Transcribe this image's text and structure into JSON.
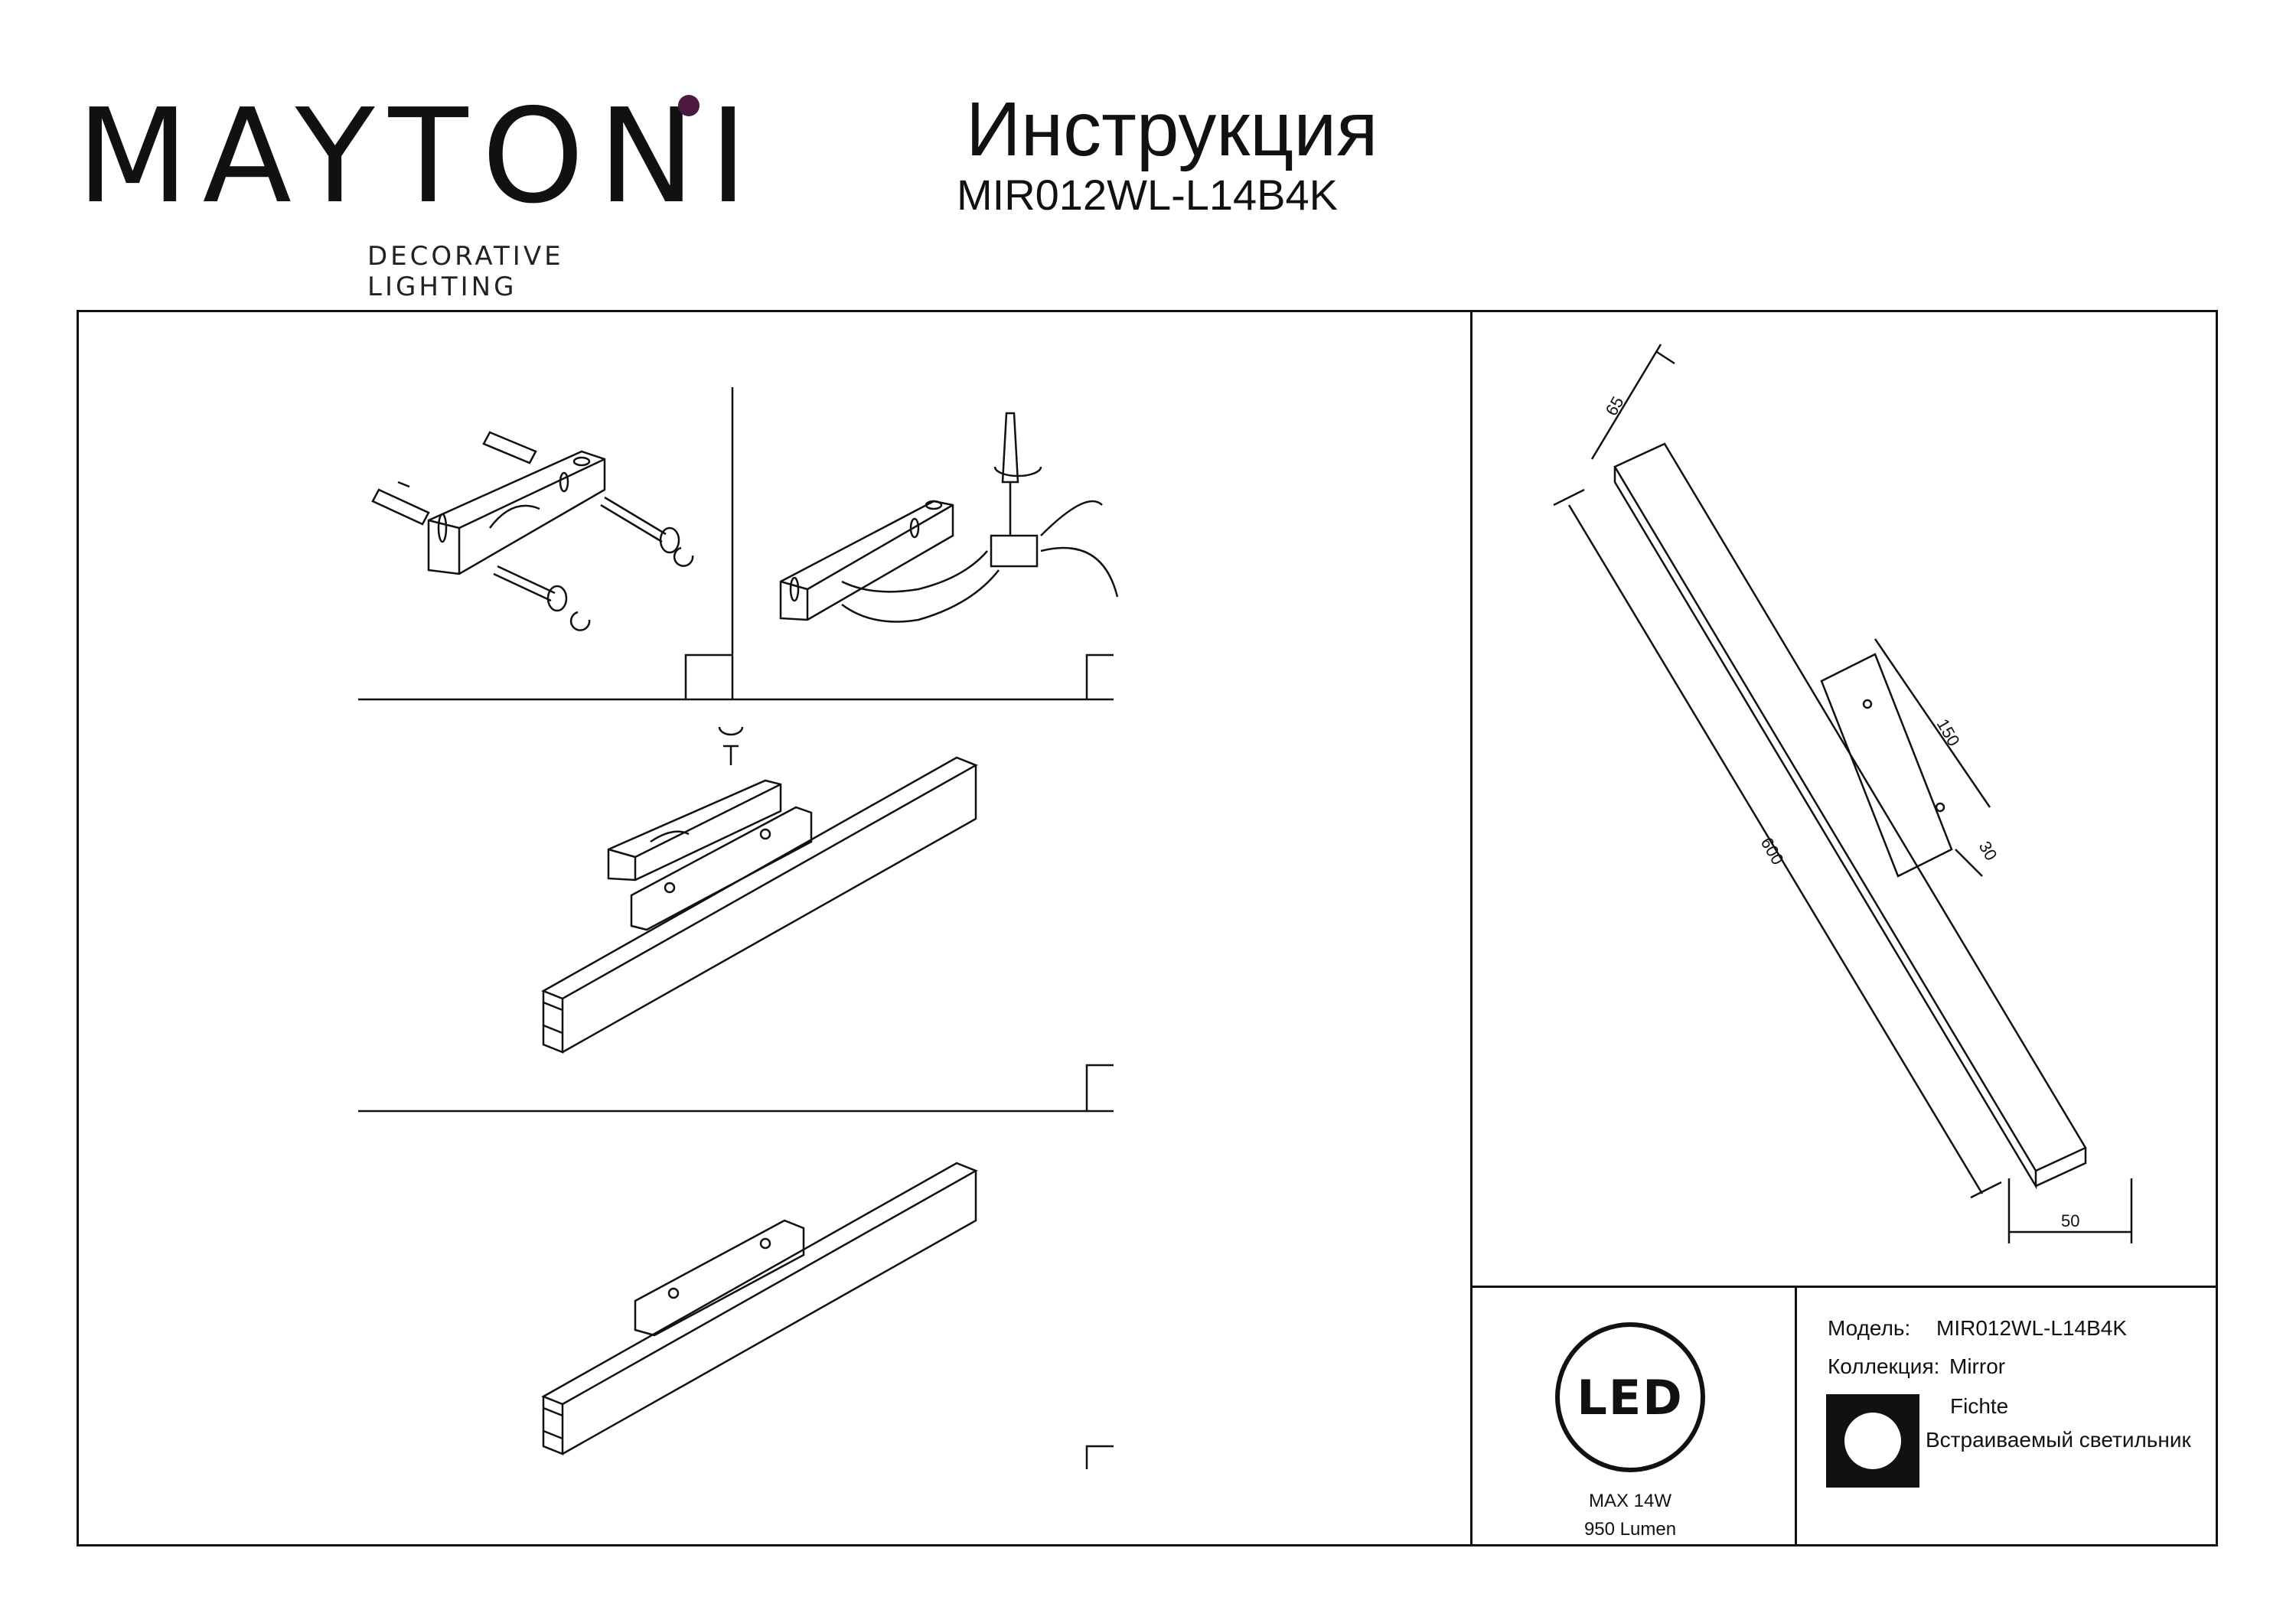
{
  "brand": {
    "name": "MAYTONI",
    "tagline": "DECORATIVE LIGHTING",
    "accent_color": "#4b1a3e"
  },
  "header": {
    "title": "Инструкция",
    "model": "MIR012WL-L14B4K"
  },
  "dimensions": {
    "depth": "65",
    "length": "600",
    "bracket_length": "150",
    "bracket_height": "30",
    "width": "50"
  },
  "specs": {
    "led_label": "LED",
    "power": "MAX 14W",
    "lumen": "950 Lumen"
  },
  "info": {
    "model_label": "Модель:",
    "model_value": "MIR012WL-L14B4K",
    "collection_label": "Коллекция:",
    "collection_value": "Mirror",
    "fichte": "Fichte",
    "type": "Встраиваемый светильник"
  }
}
